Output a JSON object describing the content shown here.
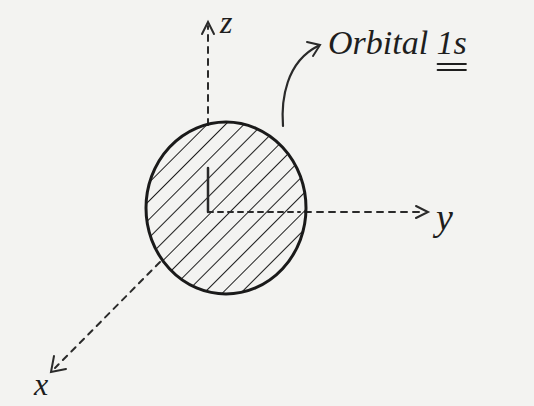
{
  "diagram": {
    "labels": [
      "z",
      "y",
      "x",
      "Orbital 1s"
    ]
  }
}
